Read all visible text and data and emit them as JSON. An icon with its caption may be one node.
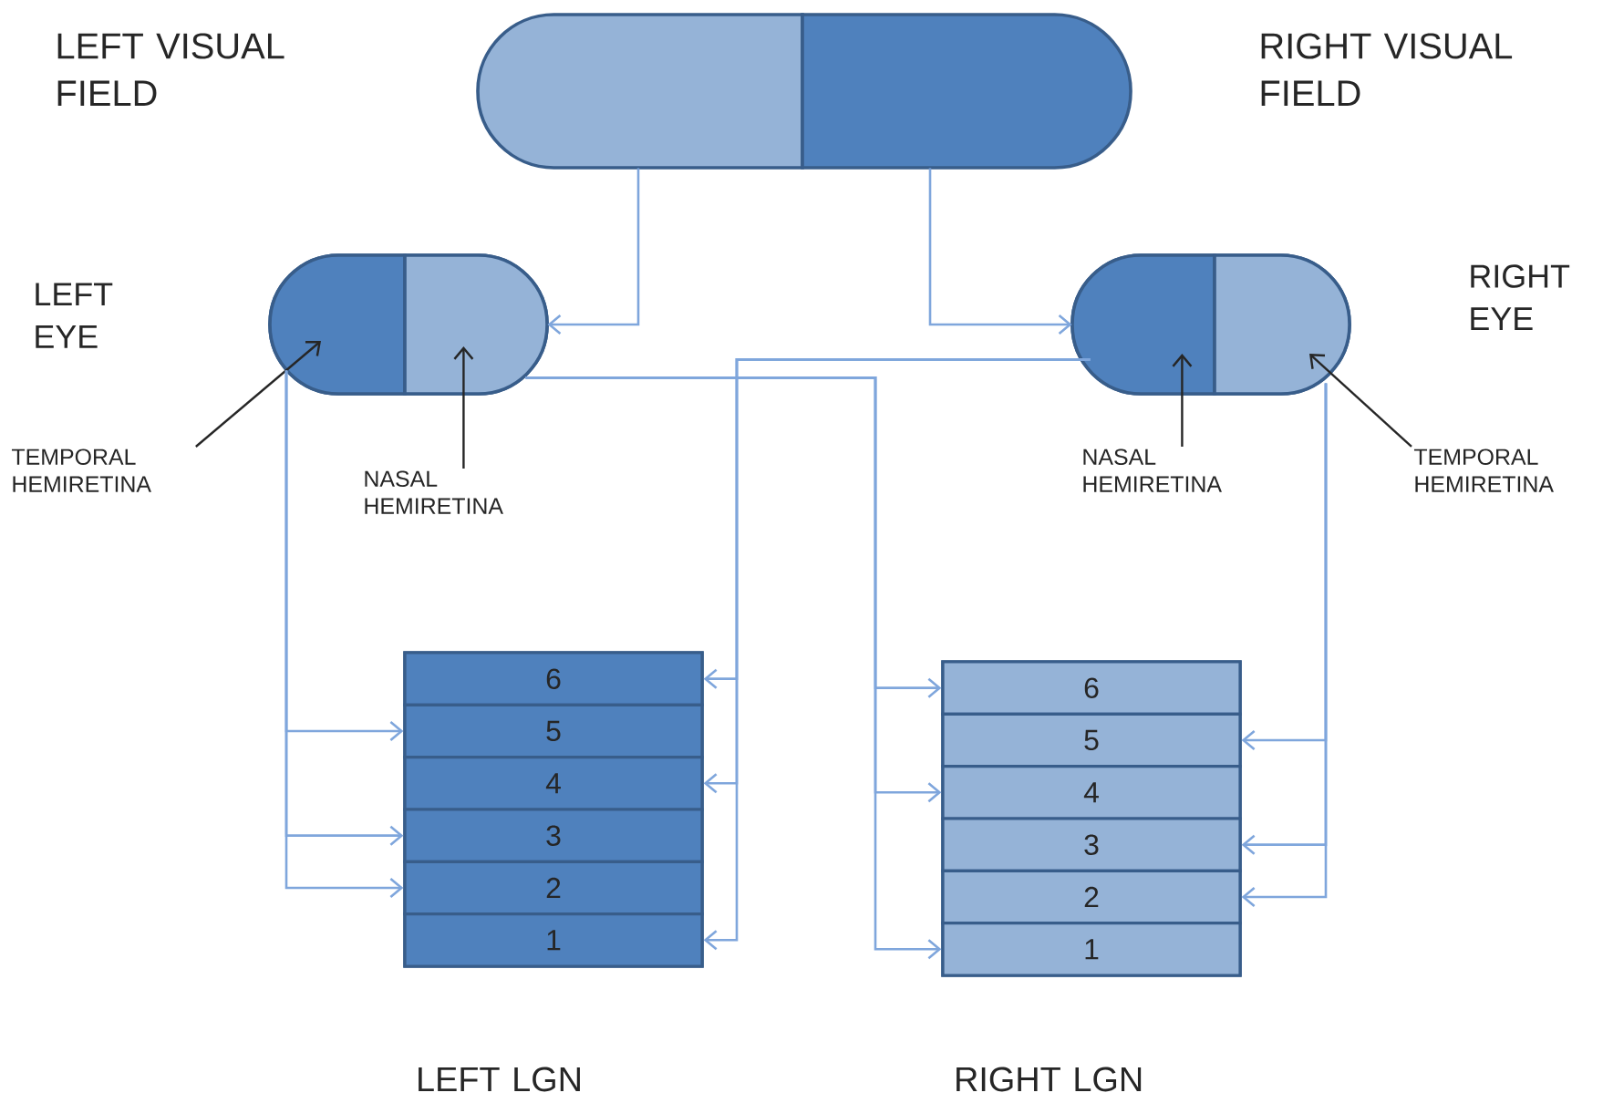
{
  "diagram": {
    "nodes": [
      {
        "text": [],
        "shape": "box"
      },
      {
        "text": [],
        "shape": "box"
      },
      {
        "text": [],
        "shape": "capsule"
      },
      {
        "text": [],
        "shape": "box",
        "in": 2
      },
      {
        "text": [],
        "shape": "box",
        "in": 2
      },
      {
        "text": [],
        "shape": "capsule"
      },
      {
        "text": [],
        "shape": "box",
        "in": 5
      },
      {
        "text": [],
        "shape": "box",
        "in": 5
      },
      {
        "text": [
          "TEMPORAL HEMIRETINA"
        ]
      },
      {
        "text": [
          "NASAL HEMIRETINA"
        ]
      },
      {
        "text": [
          "NASAL HEMIRETINA"
        ]
      },
      {
        "text": [
          "TEMPORAL HEMIRETINA"
        ]
      },
      {
        "text": [],
        "shape": "box",
        "beside": [
          "LEFT LGN"
        ]
      },
      {
        "text": [
          "6"
        ],
        "in": 12
      },
      {
        "text": [
          "5"
        ],
        "in": 12
      },
      {
        "text": [
          "4"
        ],
        "in": 12
      },
      {
        "text": [
          "3"
        ],
        "in": 12
      },
      {
        "text": [
          "2"
        ],
        "in": 12
      },
      {
        "text": [
          "1"
        ],
        "in": 12
      },
      {
        "text": [],
        "shape": "box",
        "beside": [
          "RIGHT LGN"
        ]
      },
      {
        "text": [
          "6"
        ],
        "in": 19
      },
      {
        "text": [
          "5"
        ],
        "in": 19
      },
      {
        "text": [
          "4"
        ],
        "in": 19
      },
      {
        "text": [
          "3"
        ],
        "in": 19
      },
      {
        "text": [
          "2"
        ],
        "in": 19
      },
      {
        "text": [
          "1"
        ],
        "in": 19
      }
    ],
    "edges": [
      {
        "from": 0,
        "to": 2,
        "arrow": "to"
      },
      {
        "from": 1,
        "to": 5,
        "arrow": "to"
      },
      {
        "from": 8,
        "to": 3,
        "arrow": "to",
        "color": "#262626"
      },
      {
        "from": 9,
        "to": 4,
        "arrow": "to",
        "color": "#262626"
      },
      {
        "from": 10,
        "to": 6,
        "arrow": "to",
        "color": "#262626"
      },
      {
        "from": 11,
        "to": 7,
        "arrow": "to",
        "color": "#262626"
      },
      {
        "from": 3,
        "to": 14,
        "arrow": "to"
      },
      {
        "from": 3,
        "to": 16,
        "arrow": "to"
      },
      {
        "from": 3,
        "to": 17,
        "arrow": "to"
      },
      {
        "from": 4,
        "to": 20,
        "arrow": "to"
      },
      {
        "from": 4,
        "to": 22,
        "arrow": "to"
      },
      {
        "from": 4,
        "to": 25,
        "arrow": "to"
      },
      {
        "from": 6,
        "to": 13,
        "arrow": "to"
      },
      {
        "from": 6,
        "to": 15,
        "arrow": "to"
      },
      {
        "from": 6,
        "to": 18,
        "arrow": "to"
      },
      {
        "from": 7,
        "to": 21,
        "arrow": "to"
      },
      {
        "from": 7,
        "to": 23,
        "arrow": "to"
      },
      {
        "from": 7,
        "to": 24,
        "arrow": "to"
      }
    ],
    "labels": [
      "LEFT VISUAL FIELD",
      "RIGHT VISUAL FIELD",
      "LEFT EYE",
      "RIGHT EYE"
    ]
  }
}
